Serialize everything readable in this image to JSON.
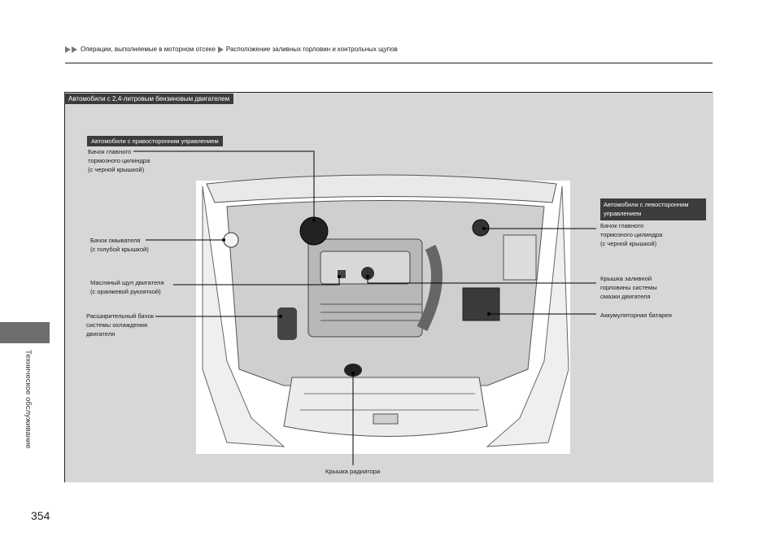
{
  "breadcrumb": {
    "part1": "Операции, выполняемые в моторном отсеке",
    "part2": "Расположение заливных горловин и контрольных щупов"
  },
  "section_tag": "Автомобили с 2,4-литровым бензиновым двигателем",
  "rhd_tag": "Автомобили с правосторонним управлением",
  "lhd_tag": {
    "line1": "Автомобили с левосторонним",
    "line2": "управлением"
  },
  "callouts": {
    "brake_reservoir_rhd": [
      "Бачок главного",
      "тормозного цилиндра",
      "(с черной крышкой)"
    ],
    "washer": [
      "Бачок омывателя",
      "(с голубой крышкой)"
    ],
    "dipstick": [
      "Масляный щуп двигателя",
      "(с оранжевой рукояткой)"
    ],
    "expansion_tank": [
      "Расширительный бачок",
      "системы охлаждения",
      "двигателя"
    ],
    "brake_reservoir_lhd": [
      "Бачок главного",
      "тормозного цилиндра",
      "(с черной крышкой)"
    ],
    "oil_filler": [
      "Крышка заливной",
      "горловины системы",
      "смазки двигателя"
    ],
    "battery": "Аккумуляторная батарея",
    "radiator_cap": "Крышка радиатора"
  },
  "side_tab": "Техническое обслуживание",
  "page_number": "354"
}
